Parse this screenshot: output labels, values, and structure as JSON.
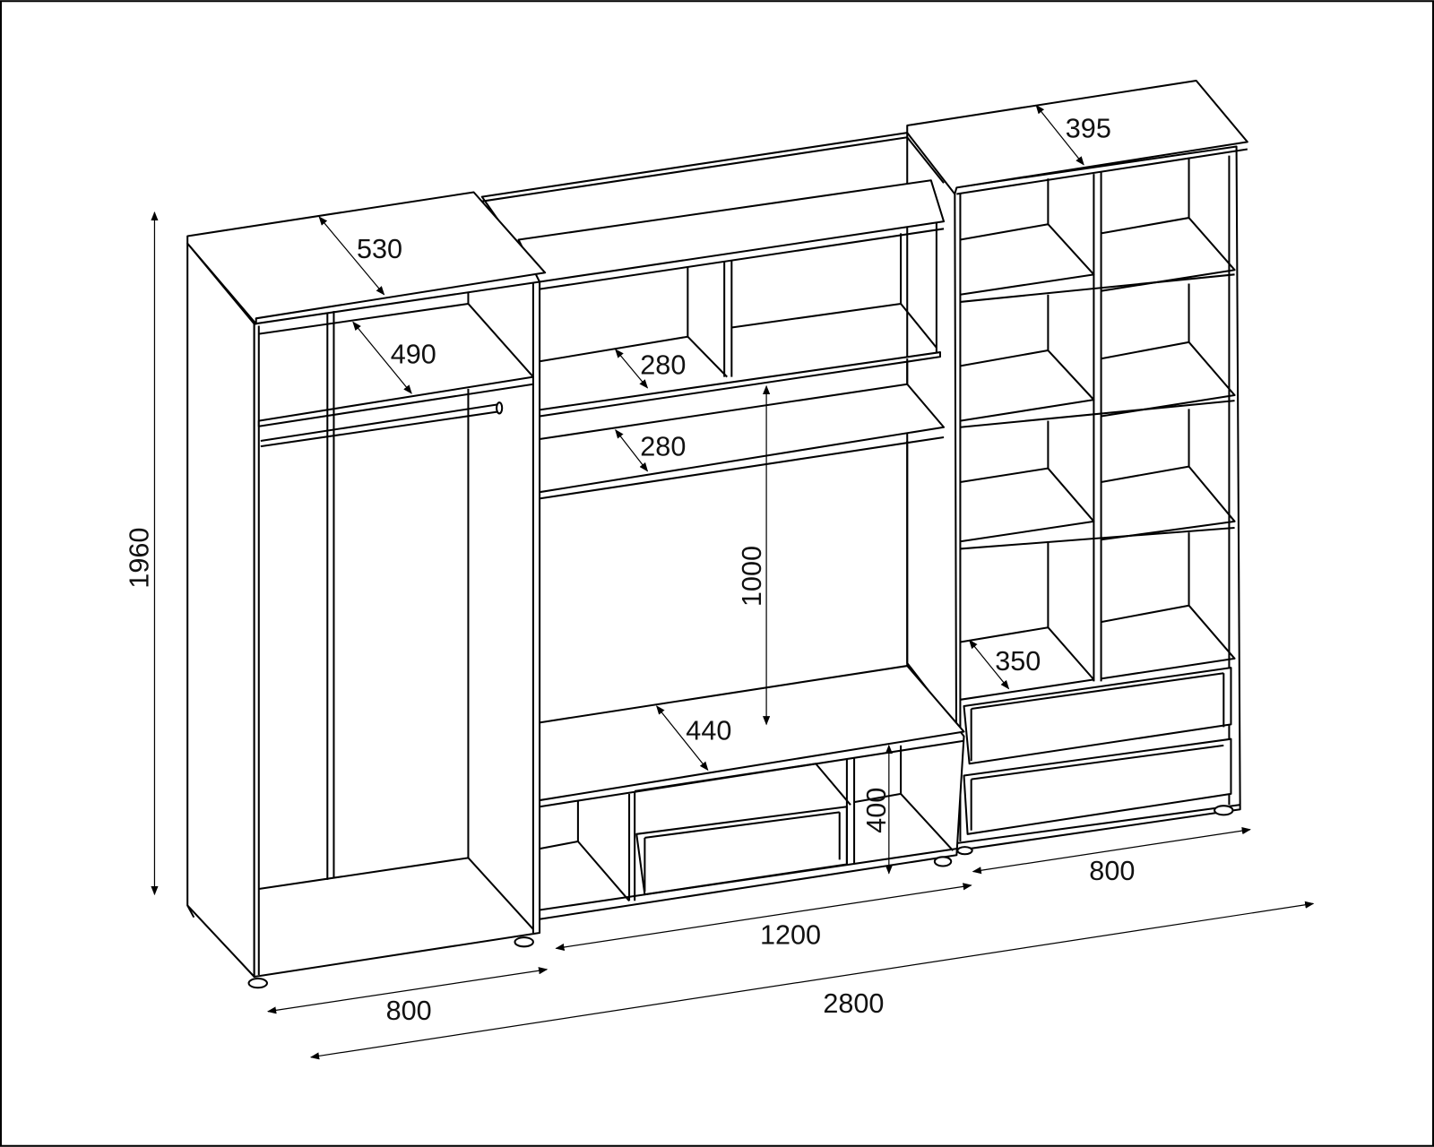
{
  "title": "Wall unit furniture dimension drawing",
  "dimensions": {
    "overall_height": "1960",
    "overall_width": "2800",
    "left_wardrobe_width": "800",
    "left_top_depth": "530",
    "left_inner_depth": "490",
    "middle_width": "1200",
    "middle_top_shelf_depth": "280",
    "middle_upper_shelf_depth": "280",
    "middle_tv_opening_height": "1000",
    "middle_base_depth": "440",
    "middle_base_height": "400",
    "right_top_depth": "395",
    "right_shelf_depth": "350",
    "right_bookcase_width": "800"
  }
}
